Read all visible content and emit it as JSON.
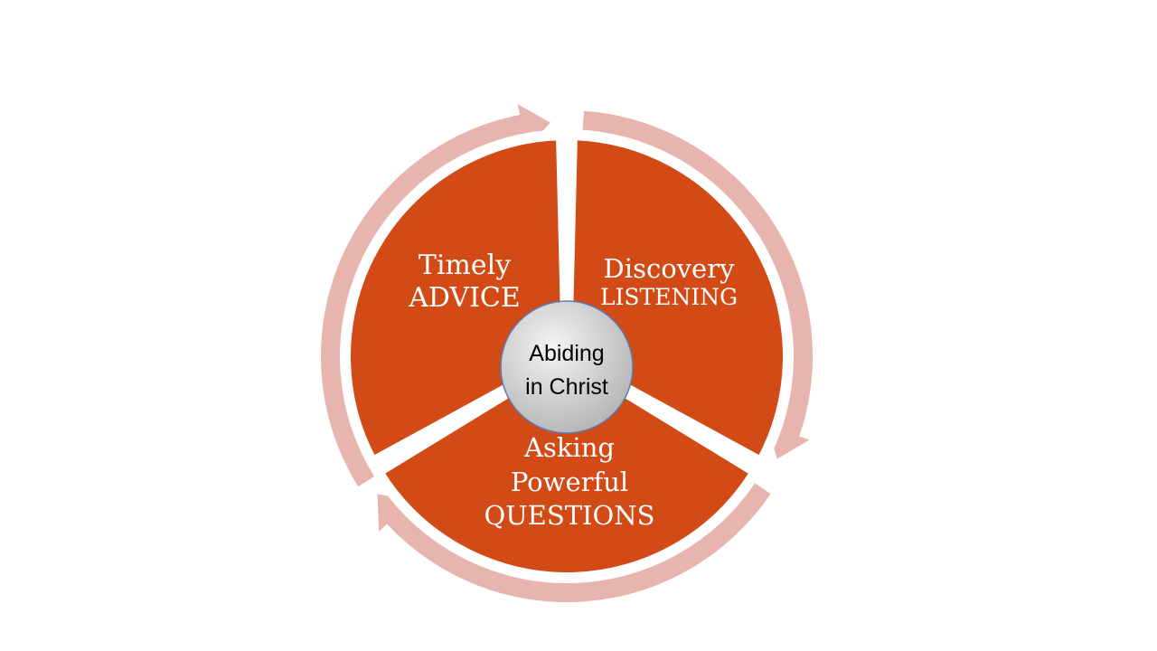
{
  "segments": [
    {
      "id": "advice",
      "lines": [
        "Timely",
        "ADVICE"
      ]
    },
    {
      "id": "listening",
      "lines": [
        "Discovery",
        "LISTENING"
      ]
    },
    {
      "id": "questions",
      "lines": [
        "Asking",
        "Powerful",
        "QUESTIONS"
      ]
    }
  ],
  "center": {
    "lines": [
      "Abiding",
      "in Christ"
    ]
  },
  "colors": {
    "segment_fill": "#D24A16",
    "arrow_ring": "#E8B4AE",
    "center_fill_light": "#F4F4F4",
    "center_fill_dark": "#B4B4B4",
    "center_border": "#5B7BB5",
    "segment_text": "#FFFFFF",
    "center_text": "#000000"
  }
}
